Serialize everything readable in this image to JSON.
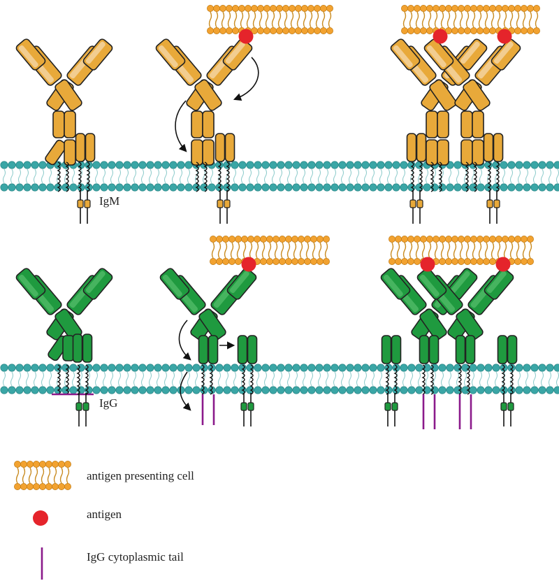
{
  "labels": {
    "igm": "IgM",
    "igg": "IgG"
  },
  "legend": [
    {
      "kind": "apc",
      "text": "antigen presenting cell"
    },
    {
      "kind": "antigen",
      "text": "antigen"
    },
    {
      "kind": "tail",
      "text": "IgG cytoplasmic tail"
    }
  ],
  "colors": {
    "igm_fill": "#E8A93A",
    "igm_light": "#F3D3A0",
    "igg_fill": "#1F9A3F",
    "igg_light": "#4DB865",
    "membrane": "#3AA6A6",
    "apc": "#F2A230",
    "antigen": "#E5242B",
    "tail": "#8B1A8B",
    "outline": "#222222"
  },
  "icons": [
    "curved-arrow-icon",
    "straight-arrow-icon"
  ]
}
